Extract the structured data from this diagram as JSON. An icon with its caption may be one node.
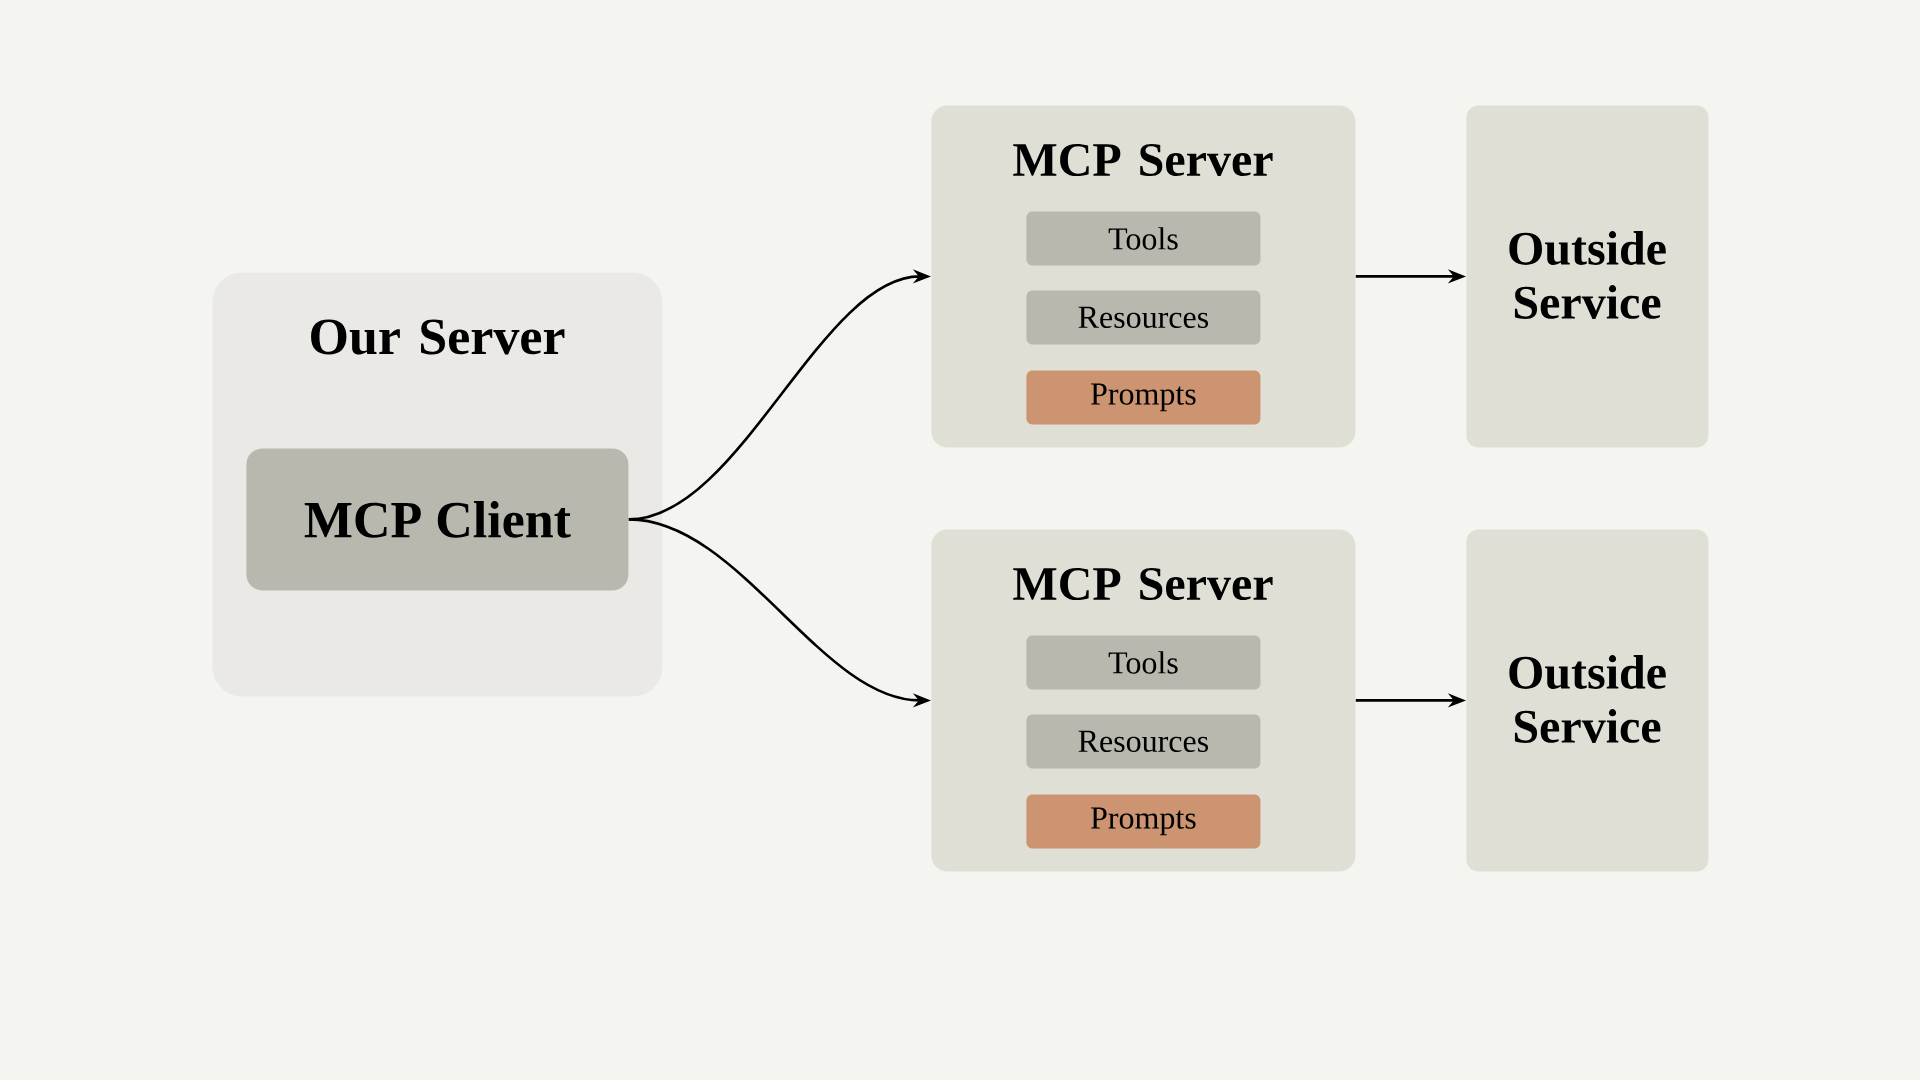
{
  "diagram": {
    "nodes": [
      {
        "text": [
          "Our Server"
        ]
      },
      {
        "text": [
          "MCP Client"
        ],
        "in": 0
      },
      {
        "text": [
          "MCP Server"
        ]
      },
      {
        "text": [
          "Tools"
        ],
        "in": 2
      },
      {
        "text": [
          "Resources"
        ],
        "in": 2
      },
      {
        "text": [
          "Prompts"
        ],
        "in": 2
      },
      {
        "text": [
          "Outside Service"
        ]
      },
      {
        "text": [
          "MCP Server"
        ]
      },
      {
        "text": [
          "Tools"
        ],
        "in": 7
      },
      {
        "text": [
          "Resources"
        ],
        "in": 7
      },
      {
        "text": [
          "Prompts"
        ],
        "in": 7
      },
      {
        "text": [
          "Outside Service"
        ]
      }
    ],
    "edges": [
      {
        "from": 1,
        "to": 2,
        "arrow": "to"
      },
      {
        "from": 1,
        "to": 7,
        "arrow": "to"
      },
      {
        "from": 2,
        "to": 6,
        "arrow": "to"
      },
      {
        "from": 7,
        "to": 11,
        "arrow": "to"
      }
    ]
  }
}
